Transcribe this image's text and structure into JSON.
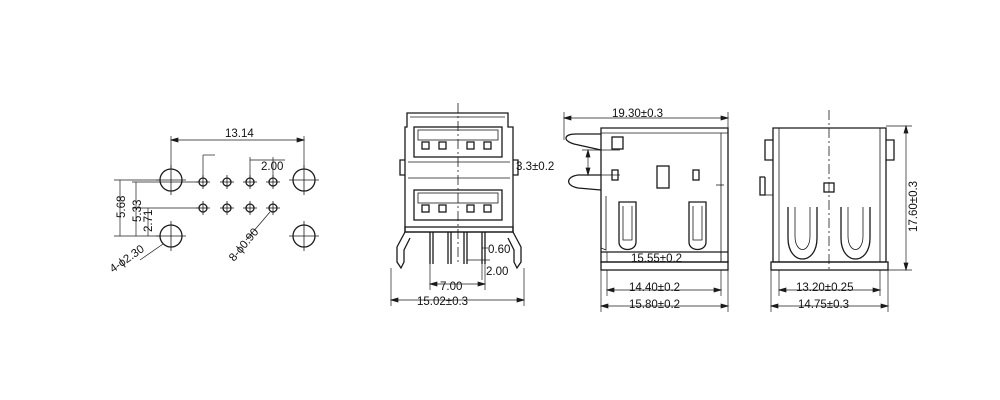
{
  "footprint": {
    "width_label": "13.14",
    "pitch_label": "2.00",
    "row_offset_label": "5.68",
    "pin_offset_label": "5.33",
    "row_pitch_label": "2.71",
    "mount_hole_label": "4-ϕ2.30",
    "pin_hole_label": "8-ϕ0.90"
  },
  "front_view": {
    "pin_width_label": "0.60",
    "pin_spacing_label": "2.00",
    "span_label": "7.00",
    "overall_width_label": "15.02±0.3"
  },
  "side_view": {
    "length_label": "19.30±0.3",
    "tab_height_label": "3.3±0.2",
    "base_length_label": "15.55±0.2",
    "foot_length_label": "14.40±0.2",
    "overall_length_label": "15.80±0.2"
  },
  "rear_view": {
    "height_label": "17.60±0.3",
    "inner_width_label": "13.20±0.25",
    "outer_width_label": "14.75±0.3"
  }
}
